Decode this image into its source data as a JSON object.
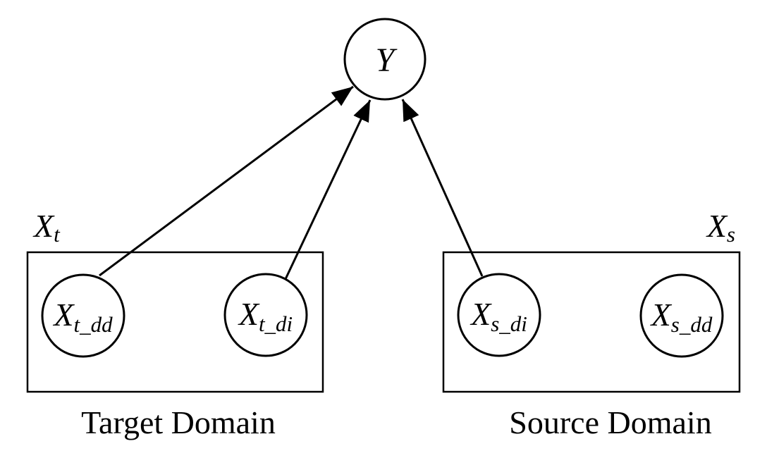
{
  "diagram": {
    "background_color": "#ffffff",
    "line_color": "#000000",
    "nodes": {
      "y": {
        "label": "Y"
      },
      "xt_dd": {
        "main": "X",
        "sub": "t_dd"
      },
      "xt_di": {
        "main": "X",
        "sub": "t_di"
      },
      "xs_di": {
        "main": "X",
        "sub": "s_di"
      },
      "xs_dd": {
        "main": "X",
        "sub": "s_dd"
      }
    },
    "plates": {
      "target": {
        "label_main": "X",
        "label_sub": "t",
        "caption": "Target Domain"
      },
      "source": {
        "label_main": "X",
        "label_sub": "s",
        "caption": "Source Domain"
      }
    },
    "edges": [
      {
        "from": "X_t_dd",
        "to": "Y"
      },
      {
        "from": "X_t_di",
        "to": "Y"
      },
      {
        "from": "X_s_di",
        "to": "Y"
      }
    ]
  }
}
